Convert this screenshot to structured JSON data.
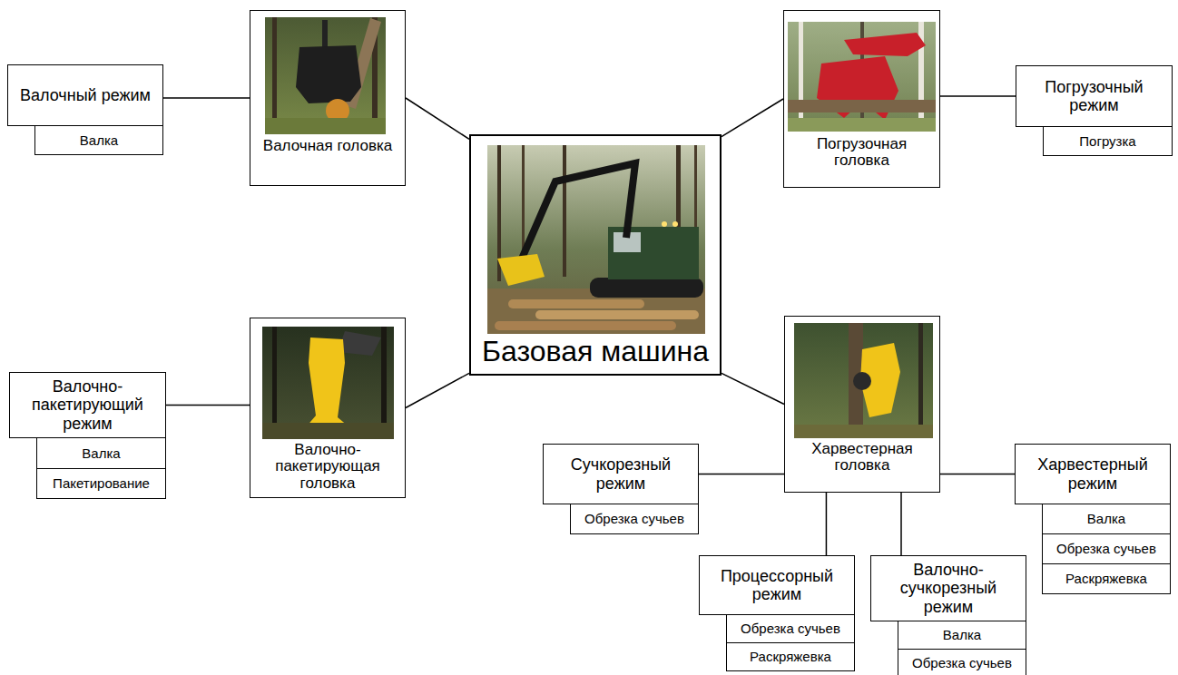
{
  "diagram": {
    "nodes": [
      {
        "text": [
          "Валочный режим"
        ]
      },
      {
        "text": [
          "Валка"
        ]
      },
      {
        "text": [
          "Валочная головка"
        ]
      },
      {
        "text": [
          "Погрузочная головка"
        ]
      },
      {
        "text": [
          "Погрузочный режим"
        ]
      },
      {
        "text": [
          "Погрузка"
        ]
      },
      {
        "text": [
          "Базовая машина"
        ]
      },
      {
        "text": [
          "Валочно-пакетирующий режим"
        ]
      },
      {
        "text": [
          "Валка"
        ]
      },
      {
        "text": [
          "Пакетирование"
        ]
      },
      {
        "text": [
          "Валочно-пакетирующая головка"
        ]
      },
      {
        "text": [
          "Харвестерная головка"
        ]
      },
      {
        "text": [
          "Сучкорезный режим"
        ]
      },
      {
        "text": [
          "Обрезка сучьев"
        ]
      },
      {
        "text": [
          "Харвестерный режим"
        ]
      },
      {
        "text": [
          "Валка"
        ]
      },
      {
        "text": [
          "Обрезка сучьев"
        ]
      },
      {
        "text": [
          "Раскряжевка"
        ]
      },
      {
        "text": [
          "Процессорный режим"
        ]
      },
      {
        "text": [
          "Обрезка сучьев"
        ]
      },
      {
        "text": [
          "Раскряжевка"
        ]
      },
      {
        "text": [
          "Валочно-сучкорезный режим"
        ]
      },
      {
        "text": [
          "Валка"
        ]
      },
      {
        "text": [
          "Обрезка сучьев"
        ]
      }
    ],
    "edges": [
      {
        "from": 0,
        "to": 2,
        "arrow": "none"
      },
      {
        "from": 2,
        "to": 6,
        "arrow": "none"
      },
      {
        "from": 3,
        "to": 6,
        "arrow": "none"
      },
      {
        "from": 3,
        "to": 4,
        "arrow": "none"
      },
      {
        "from": 10,
        "to": 7,
        "arrow": "none"
      },
      {
        "from": 10,
        "to": 6,
        "arrow": "none"
      },
      {
        "from": 11,
        "to": 6,
        "arrow": "none"
      },
      {
        "from": 11,
        "to": 12,
        "arrow": "none"
      },
      {
        "from": 11,
        "to": 14,
        "arrow": "none"
      },
      {
        "from": 11,
        "to": 18,
        "arrow": "none"
      },
      {
        "from": 11,
        "to": 21,
        "arrow": "none"
      }
    ]
  }
}
